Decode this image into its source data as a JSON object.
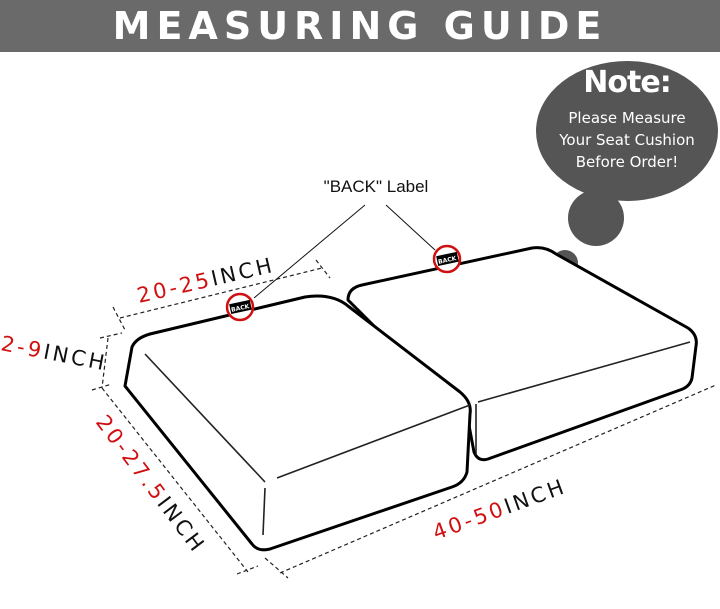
{
  "header": {
    "title": "MEASURING GUIDE"
  },
  "note": {
    "heading": "Note:",
    "lines": [
      "Please Measure",
      "Your Seat Cushion",
      "Before Order!"
    ]
  },
  "back_label": {
    "caption": "\"BACK\" Label",
    "tag": "BACK"
  },
  "dimensions": {
    "depth_top": {
      "range": "20-25",
      "unit": "INCH"
    },
    "height": {
      "range": "2-9",
      "unit": "INCH"
    },
    "depth_side": {
      "range": "20-27.5",
      "unit": "INCH"
    },
    "width": {
      "range": "40-50",
      "unit": "INCH"
    }
  },
  "colors": {
    "header": "#6a6a6a",
    "bubble": "#555555",
    "accent": "#d01010"
  }
}
